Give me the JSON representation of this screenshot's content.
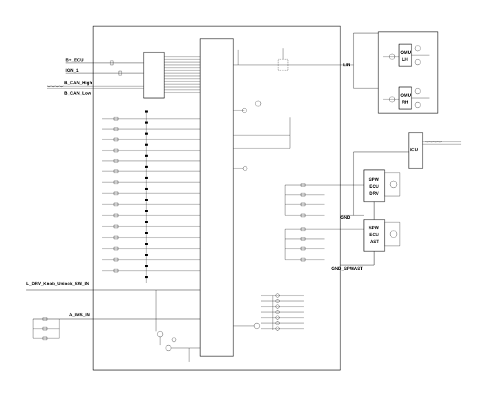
{
  "labels": {
    "b_ecu": "B+_ECU",
    "ign": "IGN_1",
    "can_high": "B_CAN_High",
    "can_low": "B_CAN_Low",
    "lin": "LIN",
    "omu_lh": "OMU LH",
    "omu_rh": "OMU RH",
    "icu": "ICU",
    "spw_drv": "SPW ECU DRV",
    "spw_ast": "SPW ECU AST",
    "gnd": "GND",
    "gnd_spwast": "GND_SPWAST",
    "knob": "L_DRV_Knob_Unlock_SW_IN",
    "ims": "A_IMS_IN"
  }
}
